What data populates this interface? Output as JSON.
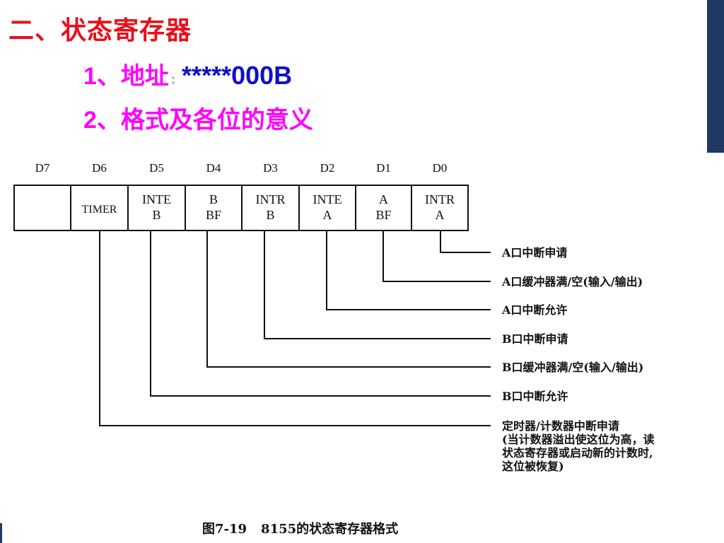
{
  "heading": "二、状态寄存器",
  "item1": {
    "num": "1",
    "label": "、地址",
    "colon": ":",
    "address": "*****000B"
  },
  "item2": {
    "num": "2",
    "label": "、格式及各位的意义"
  },
  "bits": [
    {
      "name": "D7",
      "line1": "",
      "line2": ""
    },
    {
      "name": "D6",
      "line1": "TIMER",
      "line2": ""
    },
    {
      "name": "D5",
      "line1": "INTE",
      "line2": "B"
    },
    {
      "name": "D4",
      "line1": "B",
      "line2": "BF"
    },
    {
      "name": "D3",
      "line1": "INTR",
      "line2": "B"
    },
    {
      "name": "D2",
      "line1": "INTE",
      "line2": "A"
    },
    {
      "name": "D1",
      "line1": "A",
      "line2": "BF"
    },
    {
      "name": "D0",
      "line1": "INTR",
      "line2": "A"
    }
  ],
  "descriptions": [
    {
      "bit": "D0",
      "lines": [
        "A口中断申请"
      ]
    },
    {
      "bit": "D1",
      "lines": [
        "A口缓冲器满/空(输入/输出)"
      ]
    },
    {
      "bit": "D2",
      "lines": [
        "A口中断允许"
      ]
    },
    {
      "bit": "D3",
      "lines": [
        "B口中断申请"
      ]
    },
    {
      "bit": "D4",
      "lines": [
        "B口缓冲器满/空(输入/输出)"
      ]
    },
    {
      "bit": "D5",
      "lines": [
        "B口中断允许"
      ]
    },
    {
      "bit": "D6",
      "lines": [
        "定时器/计数器中断申请",
        "(当计数器溢出使这位为高，读",
        "状态寄存器或启动新的计数时,",
        "这位被恢复)"
      ]
    }
  ],
  "caption": {
    "figure": "图7-19",
    "text": "8155的状态寄存器格式"
  },
  "colors": {
    "heading": "#e8101a",
    "subheading": "#ff00ff",
    "address": "#1010c8",
    "accent_bar": "#1f3864"
  }
}
